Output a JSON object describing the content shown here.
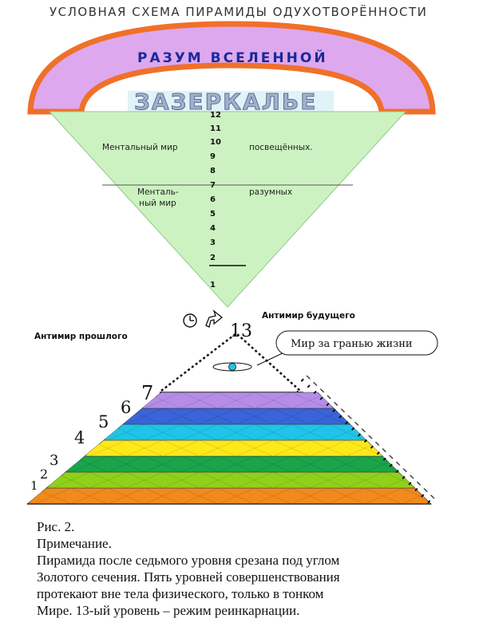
{
  "title": "УСЛОВНАЯ СХЕМА ПИРАМИДЫ ОДУХОТВОРЁННОСТИ",
  "arch_label": "РАЗУМ ВСЕЛЕННОЙ",
  "mirror_label": "ЗАЗЕРКАЛЬЕ",
  "upper_levels": [
    "12",
    "11",
    "10",
    "9",
    "8",
    "7",
    "6",
    "5",
    "4",
    "3",
    "2",
    "1"
  ],
  "mental_world_left": "Ментальный мир",
  "mental_world_right": "посвещённых.",
  "mental_lower_left_1": "Менталь-",
  "mental_lower_left_2": "ный мир",
  "mental_lower_right": "разумных",
  "antiworld_past": "Антимир прошлого",
  "antiworld_future": "Антимир будущего",
  "bubble_text": "Мир за гранью жизни",
  "pyramid_numbers": [
    "1",
    "2",
    "3",
    "4",
    "5",
    "6",
    "7",
    "13"
  ],
  "band_colors": [
    "#f08a1c",
    "#8fd11a",
    "#1aa54b",
    "#ffe81a",
    "#20c4e8",
    "#3a64d8",
    "#b58de8"
  ],
  "caption": {
    "fig": "Рис. 2.",
    "note": "Примечание.",
    "lines": [
      "Пирамида после седьмого уровня срезана под углом",
      "Золотого сечения. Пять уровней совершенствования",
      "протекают вне тела физического, только в тонком",
      "Мире. 13-ый уровень – режим реинкарнации."
    ]
  }
}
